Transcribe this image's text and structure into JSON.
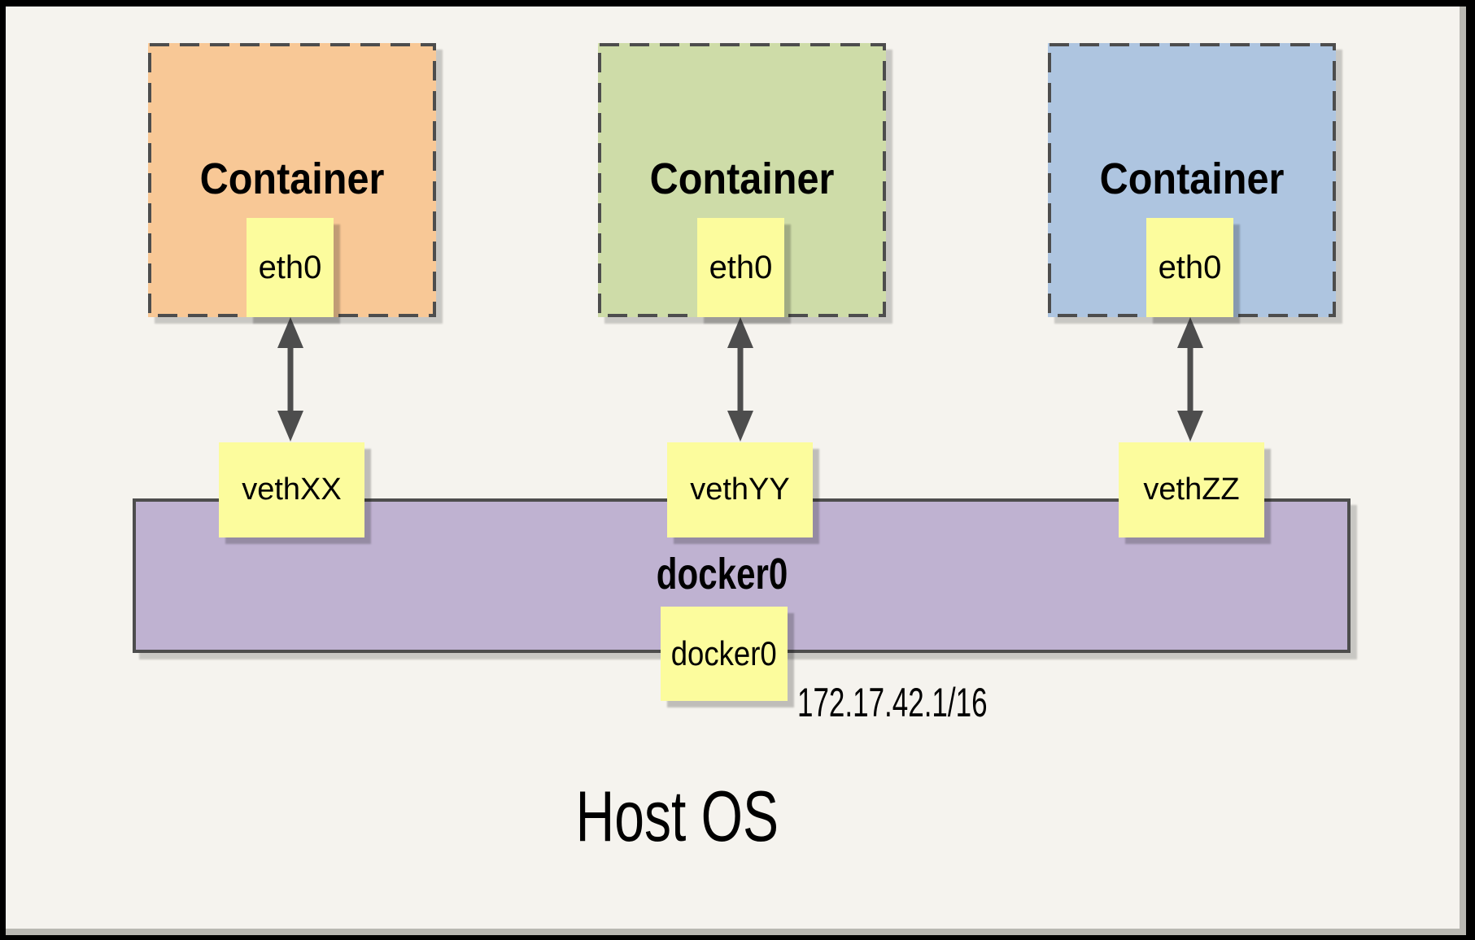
{
  "host": {
    "label": "Host OS"
  },
  "bridge": {
    "label": "docker0",
    "interface_label": "docker0",
    "ip": "172.17.42.1/16",
    "fill": "#BFB2D1"
  },
  "containers": [
    {
      "label": "Container",
      "interface": "eth0",
      "veth": "vethXX",
      "fill": "#F8C896"
    },
    {
      "label": "Container",
      "interface": "eth0",
      "veth": "vethYY",
      "fill": "#CEDCA8"
    },
    {
      "label": "Container",
      "interface": "eth0",
      "veth": "vethZZ",
      "fill": "#AEC5E0"
    }
  ],
  "colors": {
    "node_fill": "#FCFC9D",
    "background": "#F5F3EE",
    "frame": "#000000",
    "stroke": "#4D4D4D"
  }
}
